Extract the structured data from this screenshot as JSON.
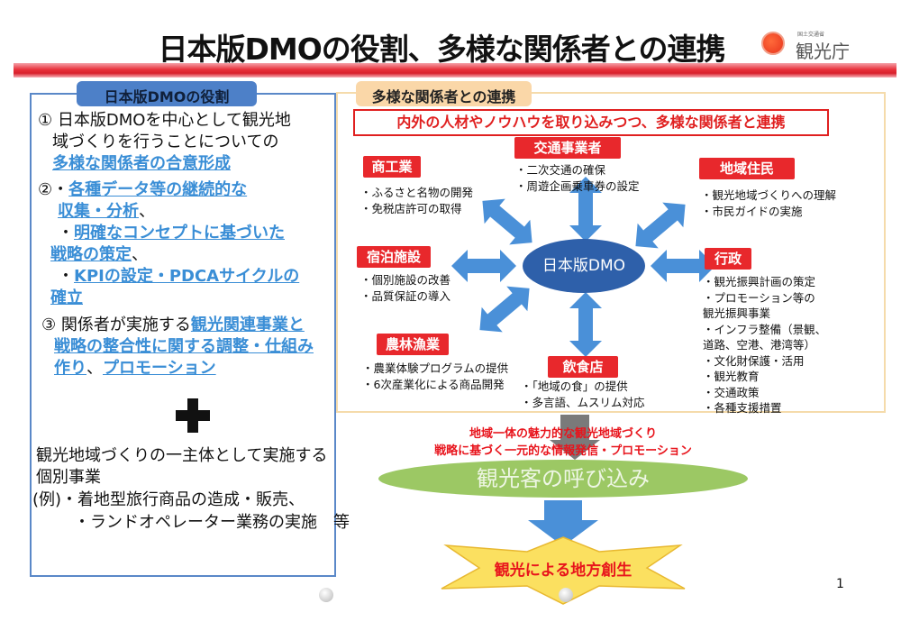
{
  "title": "日本版DMOの役割、多様な関係者との連携",
  "logo": {
    "small": "国土交通省",
    "name": "観光庁"
  },
  "left": {
    "tab": "日本版DMOの役割",
    "item1": {
      "l1": "① 日本版DMOを中心として観光地",
      "l2": "域づくりを行うことについての",
      "l3": "多様な関係者の合意形成"
    },
    "item2": {
      "a1": "各種データ等の継続的な",
      "a2": "収集・分析",
      "b1": "明確なコンセプトに基づいた",
      "b2": "戦略の策定",
      "c1": "KPIの設定・PDCAサイクルの",
      "c2": "確立",
      "prefix": "②・",
      "sep": "、",
      "dot": "・"
    },
    "item3": {
      "prefix": "③ 関係者が実施する",
      "u1": "観光関連事業と",
      "u2": "戦略の整合性に関する調整・仕組み",
      "u3": "作り",
      "sep": "、",
      "u4": "プロモーション"
    },
    "plus": "+",
    "extra": {
      "l1": "観光地域づくりの一主体として実施する",
      "l2": "個別事業",
      "l3": "(例)・着地型旅行商品の造成・販売、",
      "l4": "・ランドオペレーター業務の実施　等"
    }
  },
  "right": {
    "tab": "多様な関係者との連携",
    "banner": "内外の人材やノウハウを取り込みつつ、多様な関係者と連携",
    "center": "日本版DMO",
    "stakeholders": [
      {
        "name": "交通事業者",
        "items": [
          "・二次交通の確保",
          "・周遊企画乗車券の設定"
        ]
      },
      {
        "name": "商工業",
        "items": [
          "・ふるさと名物の開発",
          "・免税店許可の取得"
        ]
      },
      {
        "name": "地域住民",
        "items": [
          "・観光地域づくりへの理解",
          "・市民ガイドの実施"
        ]
      },
      {
        "name": "宿泊施設",
        "items": [
          "・個別施設の改善",
          "・品質保証の導入"
        ]
      },
      {
        "name": "行政",
        "items": [
          "・観光振興計画の策定",
          "・プロモーション等の",
          "観光振興事業",
          "・インフラ整備（景観、",
          "道路、空港、港湾等）",
          "・文化財保護・活用",
          "・観光教育",
          "・交通政策",
          "・各種支援措置"
        ]
      },
      {
        "name": "農林漁業",
        "items": [
          "・農業体験プログラムの提供",
          "・6次産業化による商品開発"
        ]
      },
      {
        "name": "飲食店",
        "items": [
          "・「地域の食」の提供",
          "・多言語、ムスリム対応"
        ]
      }
    ]
  },
  "flow": {
    "msg1": "地域一体の魅力的な観光地域づくり",
    "msg2": "戦略に基づく一元的な情報発信・プロモーション",
    "visitors": "観光客の呼び込み",
    "goal": "観光による地方創生"
  },
  "page_number": "1",
  "colors": {
    "red": "#e8282c",
    "blue": "#4a90d8",
    "dmo": "#2e60aa",
    "green": "#9cc864",
    "star": "#fbe060"
  }
}
